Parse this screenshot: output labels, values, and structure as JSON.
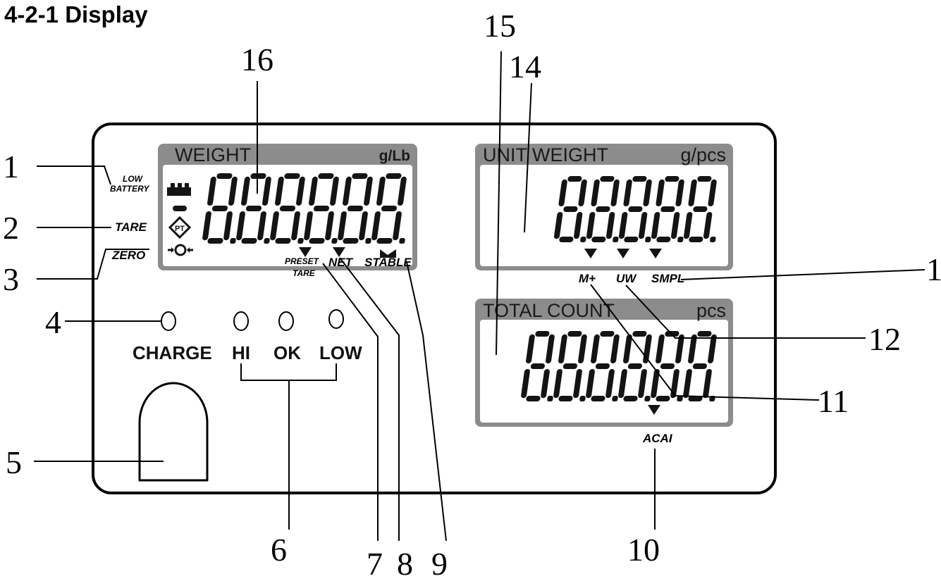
{
  "heading": "4-2-1 Display",
  "panels": {
    "weight": {
      "title": "WEIGHT",
      "unit": "g/Lb",
      "digits": 6
    },
    "unit_weight": {
      "title": "UNIT WEIGHT",
      "unit": "g/pcs",
      "digits": 5
    },
    "total_count": {
      "title": "TOTAL COUNT",
      "unit": "pcs",
      "digits": 6
    }
  },
  "indicators": {
    "low_battery_top": "LOW",
    "low_battery_bottom": "BATTERY",
    "tare": "TARE",
    "zero": "ZERO",
    "preset_top": "PRESET",
    "preset_bottom": "TARE",
    "net": "NET",
    "stable": "STABLE",
    "m_plus": "M+",
    "uw": "UW",
    "smpl": "SMPL",
    "acai": "ACAI"
  },
  "leds": {
    "charge": "CHARGE",
    "hi": "HI",
    "ok": "OK",
    "low": "LOW"
  },
  "callouts": [
    "1",
    "2",
    "3",
    "4",
    "5",
    "6",
    "7",
    "8",
    "9",
    "10",
    "11",
    "12",
    "1",
    "14",
    "15",
    "16"
  ]
}
